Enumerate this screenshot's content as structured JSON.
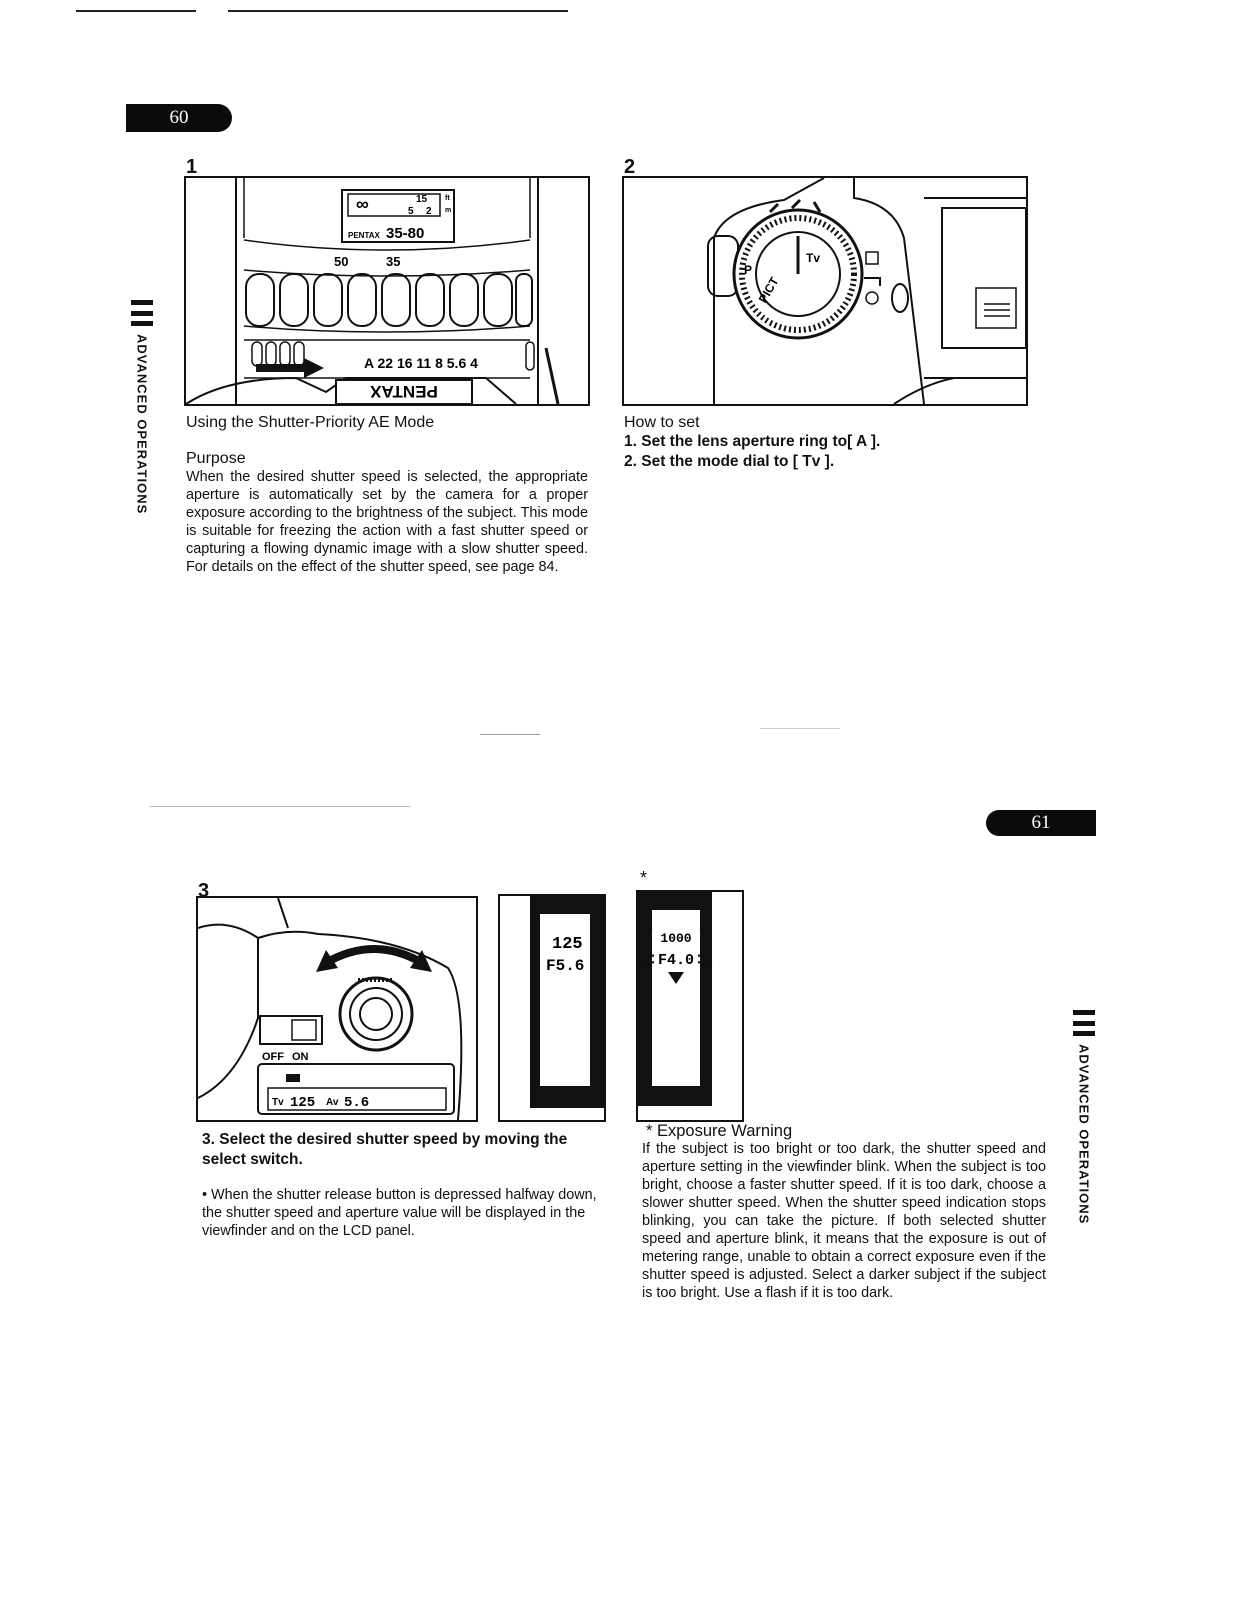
{
  "top_page_number": "60",
  "bottom_page_number": "61",
  "side_tab": "ADVANCED OPERATIONS",
  "figure1": {
    "number": "1",
    "lens_labels": {
      "infinity": "∞",
      "dist_15": "15",
      "dist_5": "5",
      "dist_2": "2",
      "ft": "ft",
      "m": "m",
      "brand": "PENTAX",
      "zoom": "35-80",
      "focal_50": "50",
      "focal_35": "35",
      "apertures": "A 22 16 11 8 5.6 4",
      "body_brand": "PENTAX"
    }
  },
  "section1": {
    "title": "Using the Shutter-Priority AE Mode",
    "purpose_heading": "Purpose",
    "purpose_text": "When the desired shutter speed is selected, the appropriate aperture is automatically set by the camera for a proper exposure according to the brightness of the subject. This mode is suitable for freezing the action with a fast shutter speed or capturing a flowing dynamic image with a slow shutter speed. For details on the effect of the shutter speed, see page 84."
  },
  "figure2": {
    "number": "2",
    "dial_labels": {
      "tv": "Tv",
      "pict": "PICT",
      "prog": "P"
    }
  },
  "section2": {
    "heading": "How to set",
    "step1": "1. Set the lens aperture ring to[ A ].",
    "step2": "2. Set the mode dial to [ Tv ]."
  },
  "figure3": {
    "number": "3",
    "switch_labels": {
      "off": "OFF",
      "on": "ON"
    },
    "lcd_text": {
      "tv": "Tv",
      "shutter": "125",
      "av": "Av",
      "aperture": "5.6"
    },
    "viewfinder": {
      "shutter": "125",
      "aperture": "F5.6"
    }
  },
  "section3": {
    "step3": "3. Select the desired shutter speed by moving the select switch.",
    "bullet": "• When the shutter release button is depressed halfway down, the shutter speed and aperture value will be displayed in the viewfinder and on the LCD panel."
  },
  "warning_figure": {
    "marker": "*",
    "viewfinder": {
      "shutter": "1000",
      "aperture": "F4.0"
    }
  },
  "warning": {
    "heading": "* Exposure Warning",
    "text": "If the subject is too bright or too dark, the shutter speed and aperture setting in the viewfinder blink. When the subject is too bright, choose a faster shutter speed. If it is too dark, choose a slower shutter speed. When the shutter speed indication stops blinking, you can take the picture. If both selected shutter speed and aperture blink, it means that the exposure is out of metering range, unable to obtain a correct exposure even if the shutter speed is adjusted. Select a darker subject if the subject is too bright. Use a flash if it is too dark."
  }
}
